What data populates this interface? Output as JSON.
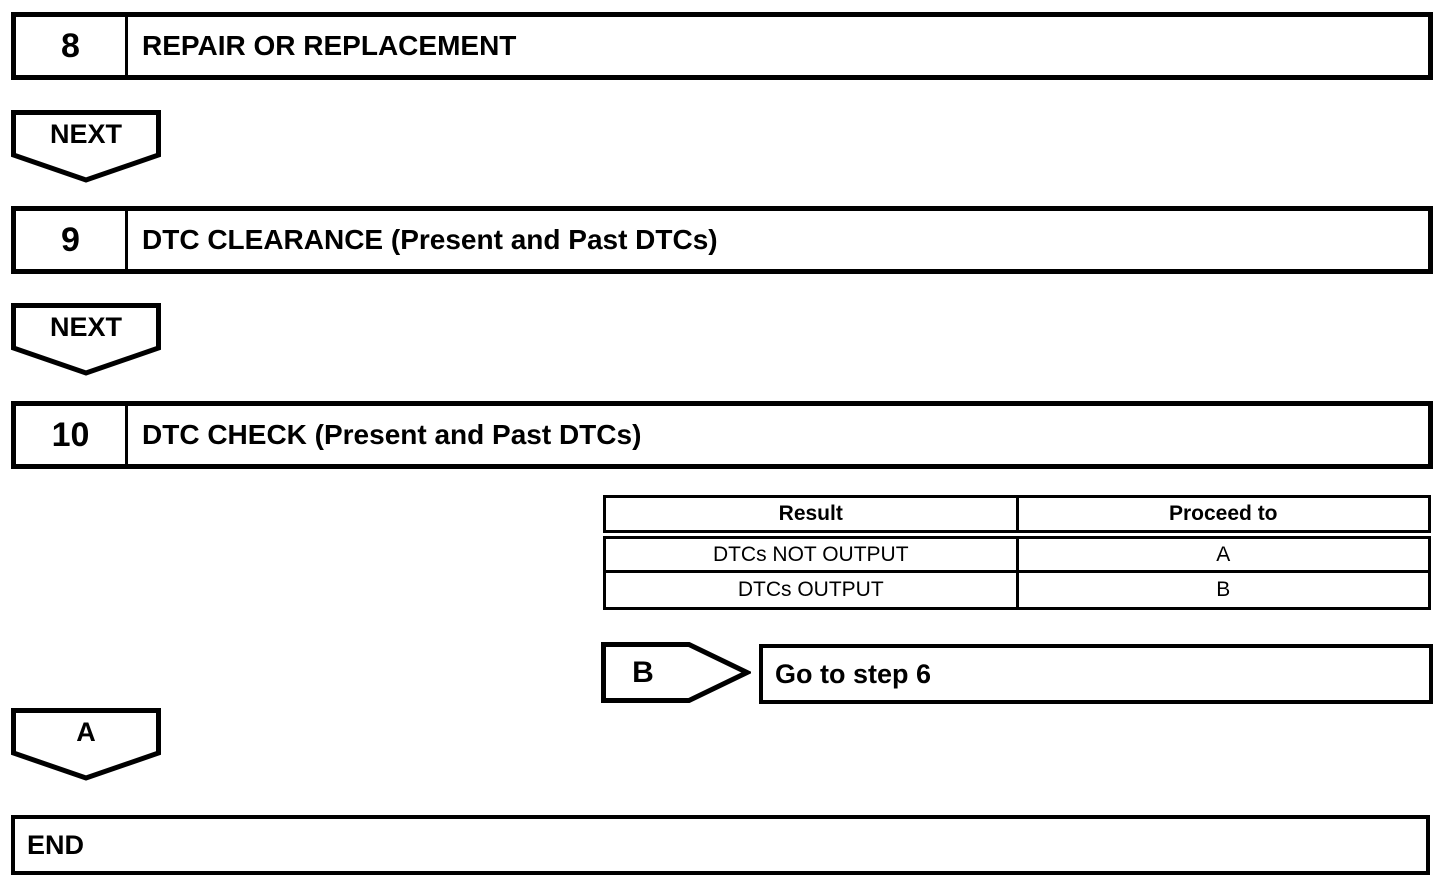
{
  "flowchart": {
    "steps": [
      {
        "number": "8",
        "title": "REPAIR OR REPLACEMENT"
      },
      {
        "number": "9",
        "title": "DTC CLEARANCE (Present and Past DTCs)"
      },
      {
        "number": "10",
        "title": "DTC CHECK (Present and Past DTCs)"
      }
    ],
    "next_label": "NEXT",
    "result_table": {
      "headers": [
        "Result",
        "Proceed to"
      ],
      "rows": [
        {
          "result": "DTCs NOT OUTPUT",
          "proceed_to": "A"
        },
        {
          "result": "DTCs OUTPUT",
          "proceed_to": "B"
        }
      ]
    },
    "branch_b": {
      "marker": "B",
      "action": "Go to step 6"
    },
    "branch_a": {
      "marker": "A"
    },
    "end_label": "END",
    "colors": {
      "line": "#000000",
      "background": "#ffffff"
    }
  }
}
